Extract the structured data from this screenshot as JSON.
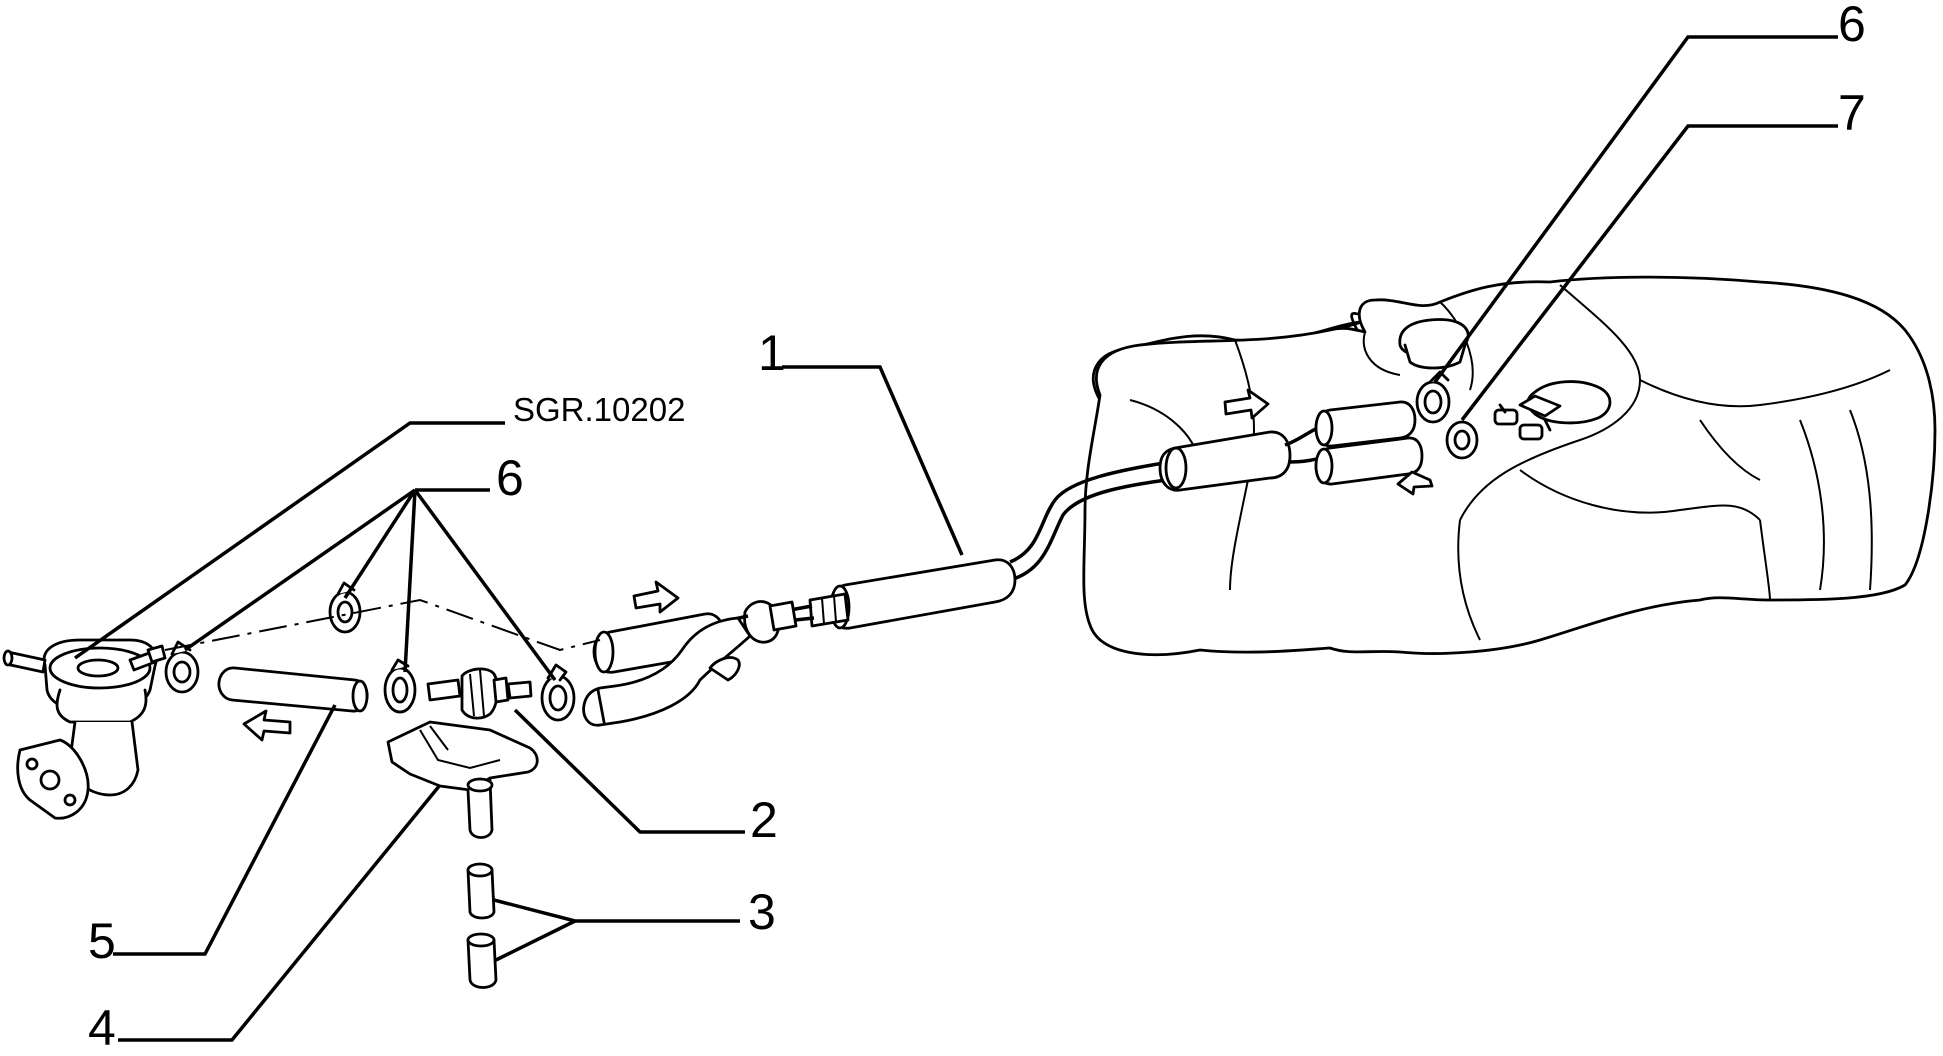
{
  "drawing_code": "SGR.10202",
  "callouts": {
    "c1": "1",
    "c2": "2",
    "c3": "3",
    "c4": "4",
    "c5": "5",
    "c6_left": "6",
    "c6_right": "6",
    "c7": "7"
  }
}
